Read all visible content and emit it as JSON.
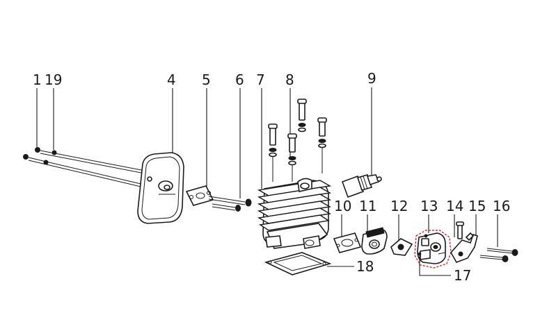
{
  "colors": {
    "line": "#1a1a1a",
    "highlight": "#d9262a",
    "background": "#ffffff"
  },
  "callouts": [
    {
      "id": "p1",
      "label": "1"
    },
    {
      "id": "p19",
      "label": "19"
    },
    {
      "id": "p4",
      "label": "4"
    },
    {
      "id": "p5",
      "label": "5"
    },
    {
      "id": "p6",
      "label": "6"
    },
    {
      "id": "p7",
      "label": "7"
    },
    {
      "id": "p8",
      "label": "8"
    },
    {
      "id": "p9",
      "label": "9"
    },
    {
      "id": "p10",
      "label": "10"
    },
    {
      "id": "p11",
      "label": "11"
    },
    {
      "id": "p12",
      "label": "12"
    },
    {
      "id": "p13",
      "label": "13"
    },
    {
      "id": "p14",
      "label": "14"
    },
    {
      "id": "p15",
      "label": "15"
    },
    {
      "id": "p16",
      "label": "16"
    },
    {
      "id": "p17",
      "label": "17"
    },
    {
      "id": "p18",
      "label": "18"
    }
  ],
  "highlighted_part": "13"
}
